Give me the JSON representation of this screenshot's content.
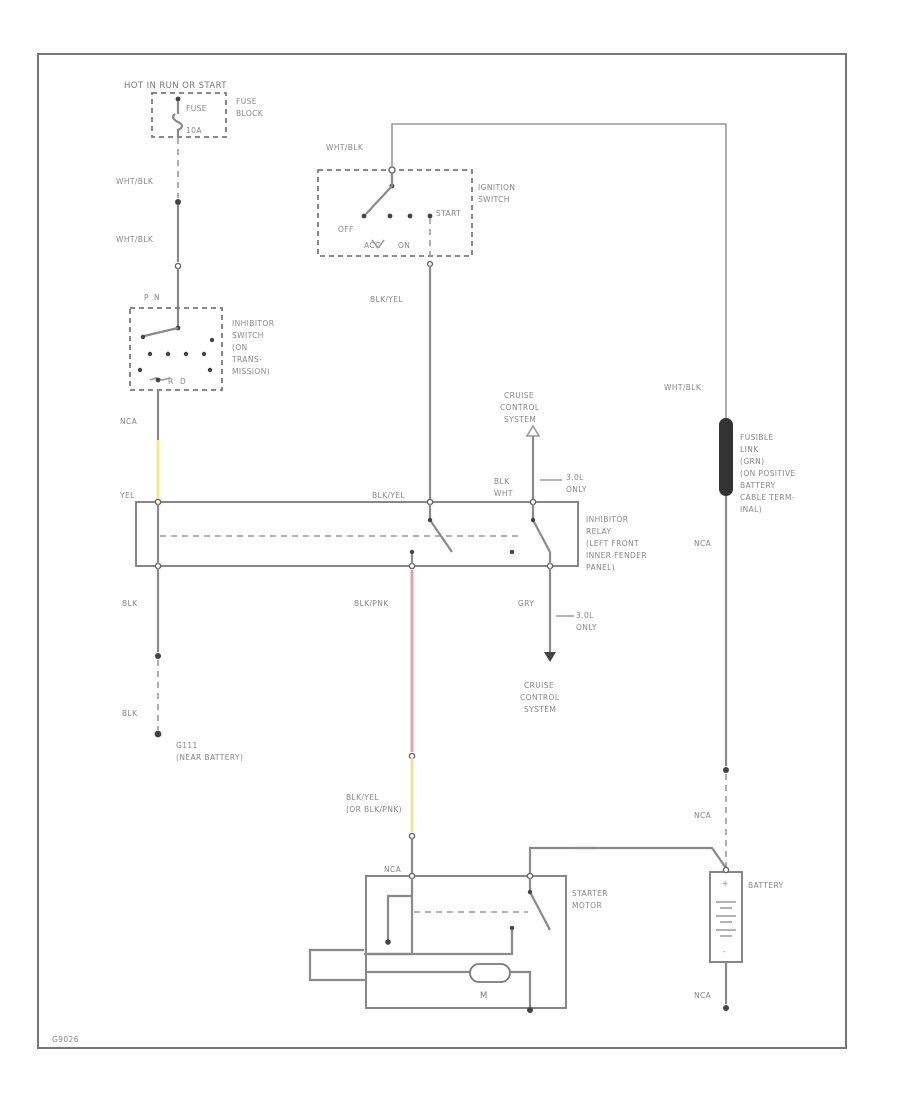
{
  "fuse_block": {
    "header": "HOT IN RUN OR START",
    "name": [
      "FUSE",
      "BLOCK"
    ],
    "fuse_label": "FUSE",
    "fuse_rating": "10A"
  },
  "wires": {
    "wht_blk_1": "WHT/BLK",
    "wht_blk_2": "WHT/BLK",
    "wht_blk_ign": "WHT/BLK",
    "wht_blk_fusible": "WHT/BLK",
    "blk_yel_ign": "BLK/YEL",
    "blk_yel_relay": "BLK/YEL",
    "nca_1": "NCA",
    "yel": "YEL",
    "blk_1": "BLK",
    "blk_2": "BLK",
    "blk_pnk": "BLK/PNK",
    "blk_yel_or_pnk": [
      "BLK/YEL",
      "(OR BLK/PNK)"
    ],
    "blk_cruise": "BLK",
    "wht_cruise": "WHT",
    "gry": "GRY",
    "nca_starter": "NCA",
    "nca_battery_top": "NCA",
    "nca_battery_bottom": "NCA",
    "nca_fusible": "NCA"
  },
  "ignition_switch": {
    "name": [
      "IGNITION",
      "SWITCH"
    ],
    "positions": {
      "off": "OFF",
      "acc": "ACC",
      "on": "ON",
      "start": "START"
    }
  },
  "inhibitor_switch": {
    "name": [
      "INHIBITOR",
      "SWITCH",
      "(ON",
      "TRANS-",
      "MISSION)"
    ],
    "positions": {
      "p": "P",
      "n": "N",
      "r": "R",
      "d": "D"
    }
  },
  "inhibitor_relay": {
    "name": [
      "INHIBITOR",
      "RELAY",
      "(LEFT FRONT",
      "INNER FENDER",
      "PANEL)"
    ]
  },
  "cruise_top": {
    "name": [
      "CRUISE",
      "CONTROL",
      "SYSTEM"
    ],
    "note": [
      "3.0L",
      "ONLY"
    ]
  },
  "cruise_bottom": {
    "name": [
      "CRUISE",
      "CONTROL",
      "SYSTEM"
    ],
    "note": [
      "3.0L",
      "ONLY"
    ]
  },
  "fusible_link": {
    "name": [
      "FUSIBLE",
      "LINK",
      "(GRN)",
      "(ON POSITIVE",
      "BATTERY",
      "CABLE TERM-",
      "INAL)"
    ]
  },
  "ground": {
    "name": [
      "G111",
      "(NEAR BATTERY)"
    ]
  },
  "starter": {
    "name": [
      "STARTER",
      "MOTOR"
    ],
    "motor_symbol": "M"
  },
  "battery": {
    "name": "BATTERY",
    "polarity_positive": "+",
    "polarity_negative": "-"
  },
  "figure_id": "G9026"
}
